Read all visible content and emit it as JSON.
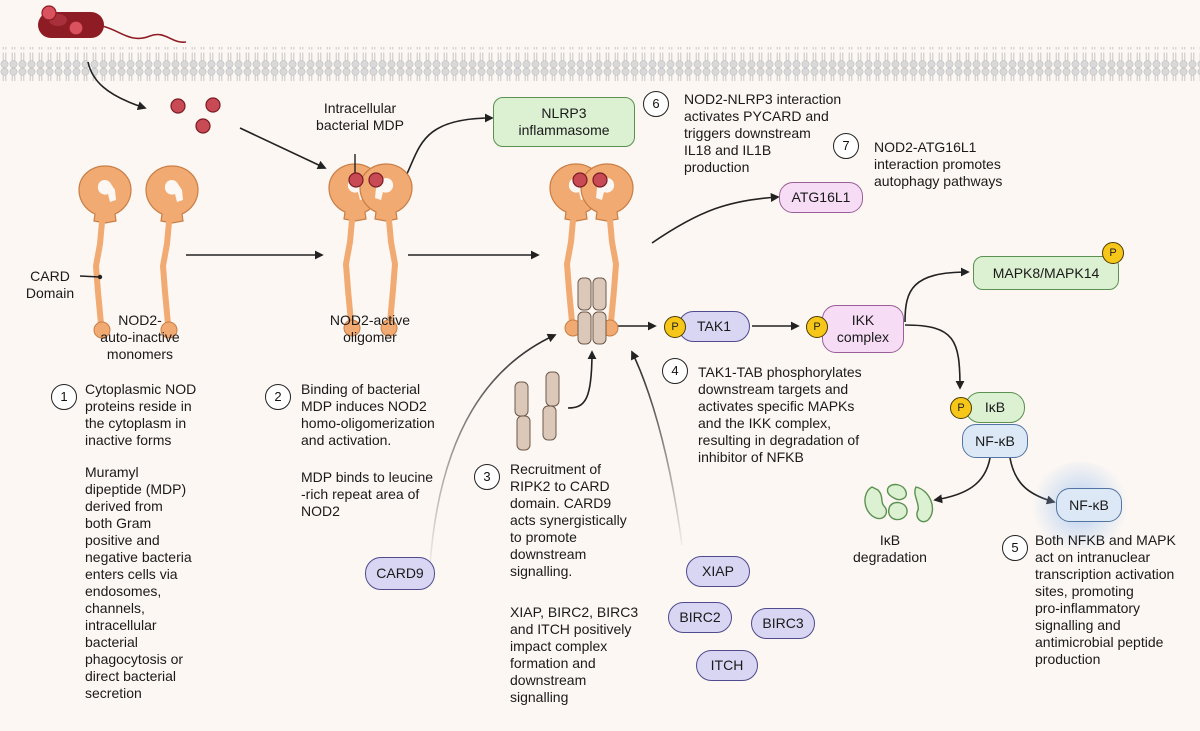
{
  "labels": {
    "card_domain": "CARD\nDomain",
    "monomers": "NOD2-\nauto-inactive\nmonomers",
    "intracellular_mdp": "Intracellular\nbacterial MDP",
    "oligomer": "NOD2-active\noligomer",
    "ikb_degradation": "IκB\ndegradation"
  },
  "nodes": {
    "nlrp3": "NLRP3\ninflammasome",
    "atg16l1": "ATG16L1",
    "mapk": "MAPK8/MAPK14",
    "tak1": "TAK1",
    "ikk": "IKK\ncomplex",
    "ikb": "IκB",
    "nfkb": "NF-κB",
    "nfkb_nuclear": "NF-κB",
    "card9": "CARD9",
    "xiap": "XIAP",
    "birc2": "BIRC2",
    "birc3": "BIRC3",
    "itch": "ITCH",
    "phospho": "P"
  },
  "steps": [
    {
      "number": "1",
      "text": "Cytoplasmic NOD\nproteins reside in\nthe cytoplasm in\ninactive forms"
    },
    {
      "number": "2",
      "text": "Binding of bacterial\nMDP induces NOD2\nhomo-oligomerization\nand activation."
    },
    {
      "number": "3",
      "text": "Recruitment of\nRIPK2 to CARD\ndomain. CARD9\nacts synergistically\nto promote\ndownstream\nsignalling."
    },
    {
      "number": "4",
      "text": "TAK1-TAB phosphorylates\ndownstream targets and\nactivates specific MAPKs\nand the IKK complex,\nresulting in degradation of\ninhibitor of NFKB"
    },
    {
      "number": "5",
      "text": "Both NFKB and MAPK\nact on intranuclear\ntranscription activation\nsites, promoting\npro-inflammatory\nsignalling and\nantimicrobial peptide\nproduction"
    },
    {
      "number": "6",
      "text": "NOD2-NLRP3 interaction\nactivates PYCARD and\ntriggers downstream\nIL18 and IL1B\nproduction"
    },
    {
      "number": "7",
      "text": "NOD2-ATG16L1\ninteraction promotes\nautophagy pathways"
    }
  ],
  "notes": {
    "muramyl": "Muramyl\ndipeptide (MDP)\nderived from\nboth Gram\npositive and\nnegative bacteria\nenters cells via\nendosomes,\nchannels,\nintracellular\nbacterial\nphagocytosis or\ndirect bacterial\nsecretion",
    "mdp_binds": "MDP binds to leucine\n-rich repeat area of\nNOD2",
    "xiap_note": "XIAP, BIRC2, BIRC3\nand ITCH positively\nimpact complex\nformation and\ndownstream\nsignalling"
  },
  "colors": {
    "background": "#fcf7f3",
    "nod2_protein": "#f1aa72",
    "mdp": "#c84a55",
    "bacterium": "#8e1c24",
    "green_node": "#dcf0d2",
    "pink_node": "#f6dcf5",
    "purple_node": "#d8d6f2",
    "blue_node": "#dde8f6",
    "phospho": "#f6c619"
  }
}
